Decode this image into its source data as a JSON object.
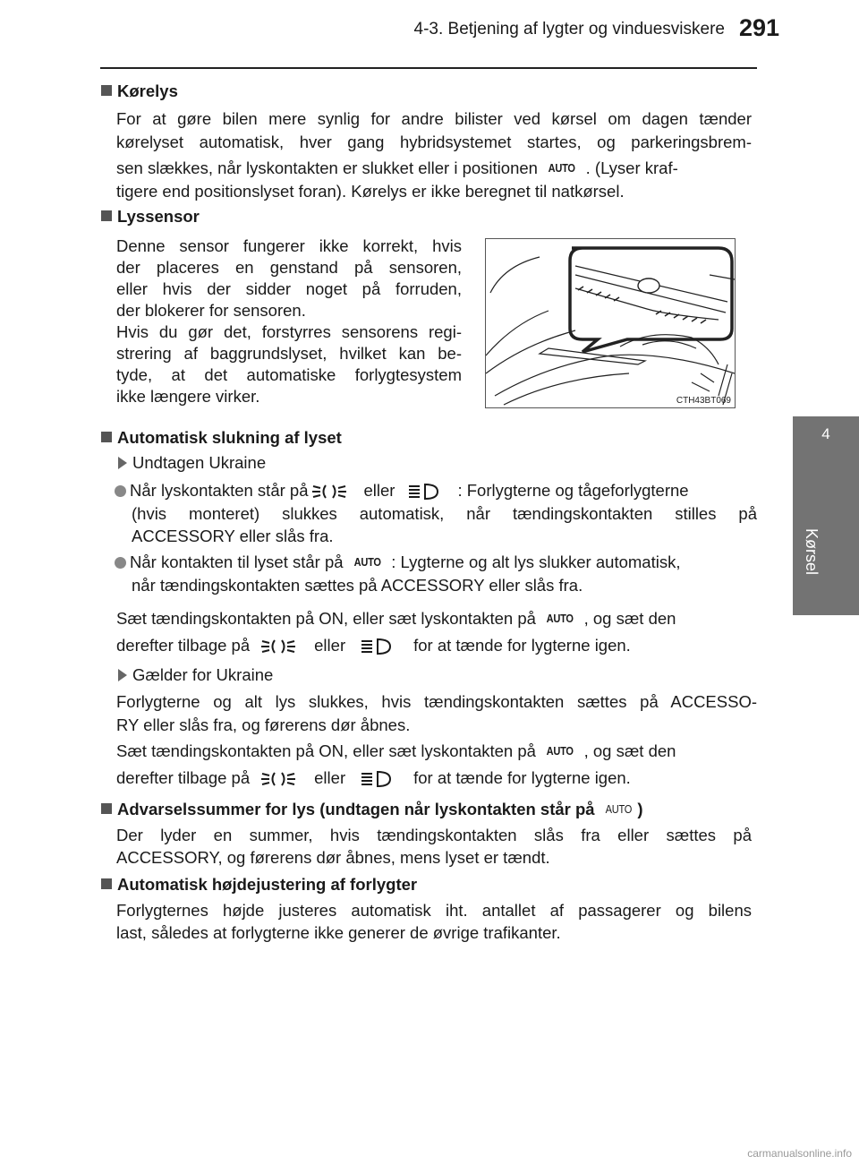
{
  "header": {
    "title": "4-3. Betjening af lygter og vinduesviskere",
    "page": "291"
  },
  "side_tab": {
    "number": "4",
    "label": "Kørsel"
  },
  "icons": {
    "auto": "AUTO",
    "parking": "parking-light-icon",
    "headlight": "headlight-icon"
  },
  "s1": {
    "title": "Kørelys",
    "l1": "For at gøre bilen mere synlig for andre bilister ved kørsel om dagen tænder",
    "l2": "kørelyset automatisk, hver gang hybridsystemet startes, og parkeringsbrem-",
    "l3a": "sen slækkes, når lyskontakten er slukket eller i positionen",
    "l3b": ". (Lyser kraf-",
    "l4": "tigere end positionslyset foran). Kørelys er ikke beregnet til natkørsel."
  },
  "s2": {
    "title": "Lyssensor",
    "l1": "Denne sensor fungerer ikke korrekt, hvis",
    "l2": "der placeres en genstand på sensoren,",
    "l3": "eller hvis der sidder noget på forruden,",
    "l4": "der blokerer for sensoren.",
    "l5": "Hvis du gør det, forstyrres sensorens regi-",
    "l6": "strering af baggrundslyset, hvilket kan be-",
    "l7": "tyde, at det automatiske forlygtesystem",
    "l8": "ikke længere virker.",
    "figure_code": "CTH43BT069"
  },
  "s3": {
    "title": "Automatisk slukning af lyset",
    "sub1": "Undtagen Ukraine",
    "b1_a": "Når lyskontakten står på",
    "b1_or": "eller",
    "b1_b": ": Forlygterne og tågeforlygterne",
    "b1_l2": "(hvis monteret) slukkes automatisk, når tændingskontakten stilles på",
    "b1_l3": "ACCESSORY eller slås fra.",
    "b2_a": "Når kontakten til lyset står på",
    "b2_b": ": Lygterne og alt lys slukker automatisk,",
    "b2_l2": "når tændingskontakten sættes på ACCESSORY eller slås fra.",
    "p1_a": "Sæt tændingskontakten på ON, eller sæt lyskontakten på",
    "p1_b": ", og sæt den",
    "p2_a": "derefter tilbage på",
    "p2_or": "eller",
    "p2_b": "for at tænde for lygterne igen.",
    "sub2": "Gælder for Ukraine",
    "u_l1": "Forlygterne og alt lys slukkes, hvis tændingskontakten sættes på ACCESSO-",
    "u_l2": "RY eller slås fra, og førerens dør åbnes.",
    "u_p1_a": "Sæt tændingskontakten på ON, eller sæt lyskontakten på",
    "u_p1_b": ", og sæt den",
    "u_p2_a": "derefter tilbage på",
    "u_p2_or": "eller",
    "u_p2_b": "for at tænde for lygterne igen."
  },
  "s4": {
    "title": "Advarselssummer for lys (undtagen når lyskontakten står på",
    "title_end": ")",
    "l1": "Der lyder en summer, hvis tændingskontakten slås fra eller sættes på",
    "l2": "ACCESSORY, og førerens dør åbnes, mens lyset er tændt."
  },
  "s5": {
    "title": "Automatisk højdejustering af forlygter",
    "l1": "Forlygternes højde justeres automatisk iht. antallet af passagerer og bilens",
    "l2": "last, således at forlygterne ikke generer de øvrige trafikanter."
  },
  "footer": "carmanualsonline.info"
}
